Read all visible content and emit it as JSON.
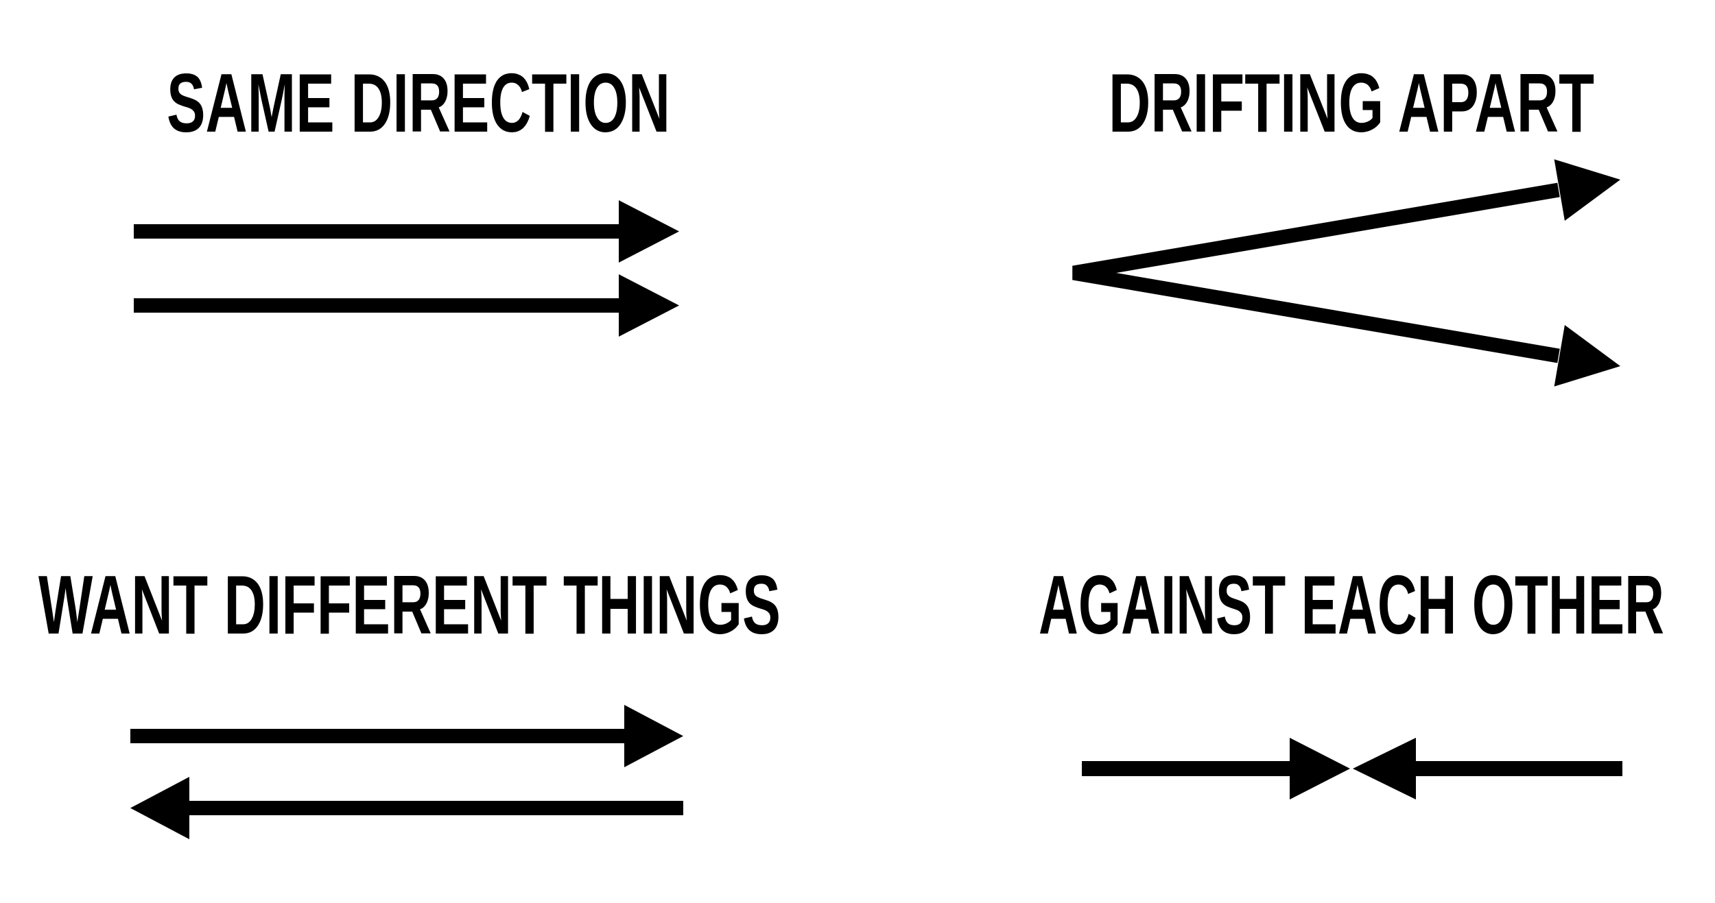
{
  "canvas": {
    "background_color": "#ffffff",
    "ink_color": "#000000"
  },
  "panels": [
    {
      "id": "same-direction",
      "title": "SAME DIRECTION",
      "icon": "two-parallel-right-arrows-icon",
      "meaning": "arrows pointing the same way"
    },
    {
      "id": "drifting-apart",
      "title": "DRIFTING APART",
      "icon": "diverging-arrows-icon",
      "meaning": "arrows splitting from one point"
    },
    {
      "id": "want-different-things",
      "title": "WANT DIFFERENT THINGS",
      "icon": "opposite-direction-arrows-icon",
      "meaning": "one arrow right, one arrow left"
    },
    {
      "id": "against-each-other",
      "title": "AGAINST EACH OTHER",
      "icon": "head-on-colliding-arrows-icon",
      "meaning": "arrows pointing at each other"
    }
  ]
}
